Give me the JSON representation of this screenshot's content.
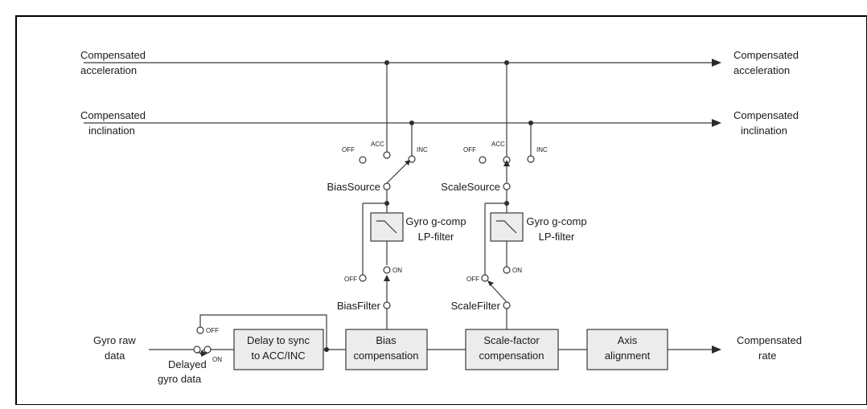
{
  "inputs": {
    "acceleration": [
      "Compensated",
      "acceleration"
    ],
    "inclination": [
      "Compensated",
      "inclination"
    ],
    "gyro_raw": [
      "Gyro raw",
      "data"
    ],
    "delayed_gyro": [
      "Delayed",
      "gyro data"
    ]
  },
  "outputs": {
    "acceleration": [
      "Compensated",
      "acceleration"
    ],
    "inclination": [
      "Compensated",
      "inclination"
    ],
    "rate": [
      "Compensated",
      "rate"
    ]
  },
  "blocks": {
    "delay": [
      "Delay to sync",
      "to ACC/INC"
    ],
    "bias": [
      "Bias",
      "compensation"
    ],
    "scale": [
      "Scale-factor",
      "compensation"
    ],
    "axis": [
      "Axis",
      "alignment"
    ]
  },
  "filters": {
    "bias": [
      "Gyro g-comp",
      "LP-filter"
    ],
    "scale": [
      "Gyro g-comp",
      "LP-filter"
    ]
  },
  "switches": {
    "bias_source": "BiasSource",
    "scale_source": "ScaleSource",
    "bias_filter": "BiasFilter",
    "scale_filter": "ScaleFilter"
  },
  "terminal_labels": {
    "off": "OFF",
    "on": "ON",
    "acc": "ACC",
    "inc": "INC"
  }
}
